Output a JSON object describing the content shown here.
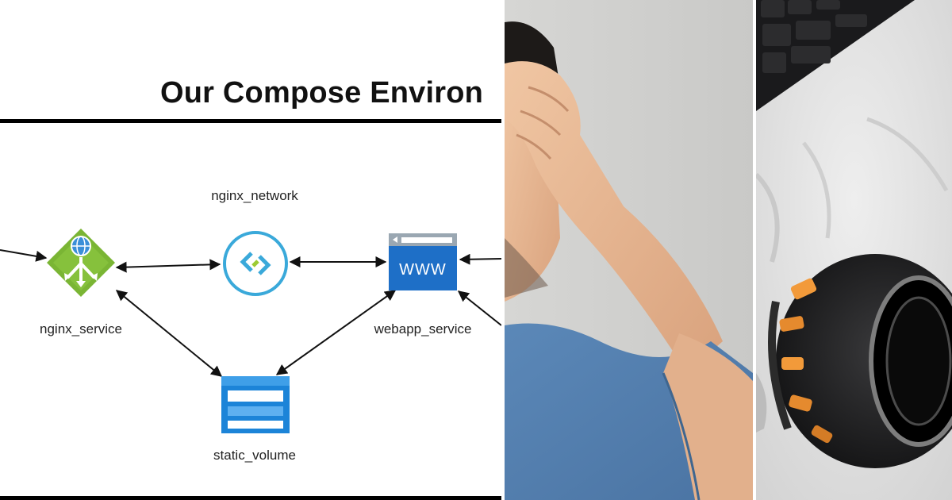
{
  "diagram": {
    "title": "Our Compose Environ",
    "nodes": {
      "nginx_network": "nginx_network",
      "nginx_service": "nginx_service",
      "webapp_service": "webapp_service",
      "static_volume": "static_volume"
    },
    "colors": {
      "network": "#3aa9da",
      "network_accent": "#9ccb34",
      "service": "#7ab534",
      "webapp": "#1e6fc7",
      "volume": "#1c84d8",
      "edge": "#111111"
    },
    "icons": {
      "nginx_network": "network-gateway-icon",
      "nginx_service": "load-balancer-icon",
      "webapp_service": "web-app-www-icon",
      "static_volume": "storage-volume-icon"
    }
  },
  "photos": {
    "middle": "person-holding-head-photo",
    "right": "keyboard-and-black-device-photo"
  }
}
